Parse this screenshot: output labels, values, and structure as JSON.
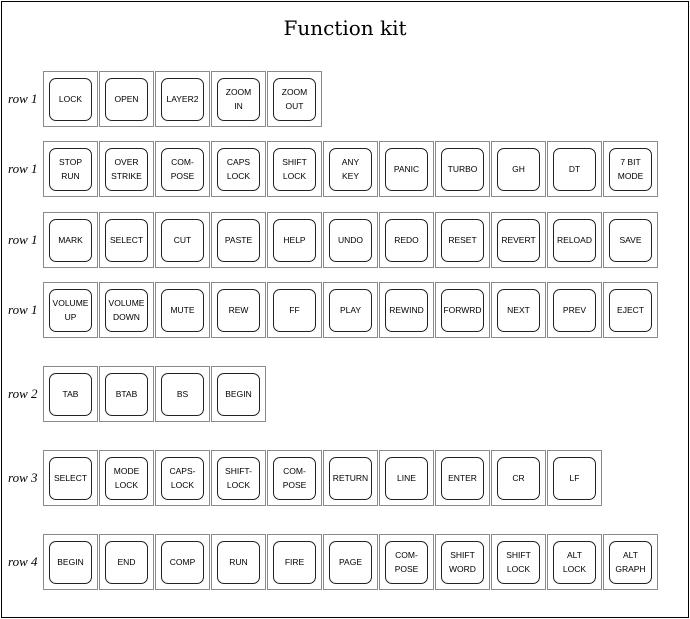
{
  "title": "Function kit",
  "rows": [
    {
      "label": "row 1",
      "keys": [
        "LOCK",
        "OPEN",
        "LAYER2",
        "ZOOM\nIN",
        "ZOOM\nOUT"
      ]
    },
    {
      "label": "row 1",
      "keys": [
        "STOP\nRUN",
        "OVER\nSTRIKE",
        "COM-\nPOSE",
        "CAPS\nLOCK",
        "SHIFT\nLOCK",
        "ANY\nKEY",
        "PANIC",
        "TURBO",
        "GH",
        "DT",
        "7 BIT\nMODE"
      ]
    },
    {
      "label": "row 1",
      "keys": [
        "MARK",
        "SELECT",
        "CUT",
        "PASTE",
        "HELP",
        "UNDO",
        "REDO",
        "RESET",
        "REVERT",
        "RELOAD",
        "SAVE"
      ]
    },
    {
      "label": "row 1",
      "keys": [
        "VOLUME\nUP",
        "VOLUME\nDOWN",
        "MUTE",
        "REW",
        "FF",
        "PLAY",
        "REWIND",
        "FORWRD",
        "NEXT",
        "PREV",
        "EJECT"
      ]
    },
    {
      "label": "row 2",
      "keys": [
        "TAB",
        "BTAB",
        "BS",
        "BEGIN"
      ]
    },
    {
      "label": "row 3",
      "keys": [
        "SELECT",
        "MODE\nLOCK",
        "CAPS-\nLOCK",
        "SHIFT-\nLOCK",
        "COM-\nPOSE",
        "RETURN",
        "LINE",
        "ENTER",
        "CR",
        "LF"
      ]
    },
    {
      "label": "row 4",
      "keys": [
        "BEGIN",
        "END",
        "COMP",
        "RUN",
        "FIRE",
        "PAGE",
        "COM-\nPOSE",
        "SHIFT\nWORD",
        "SHIFT\nLOCK",
        "ALT\nLOCK",
        "ALT\nGRAPH"
      ]
    }
  ]
}
